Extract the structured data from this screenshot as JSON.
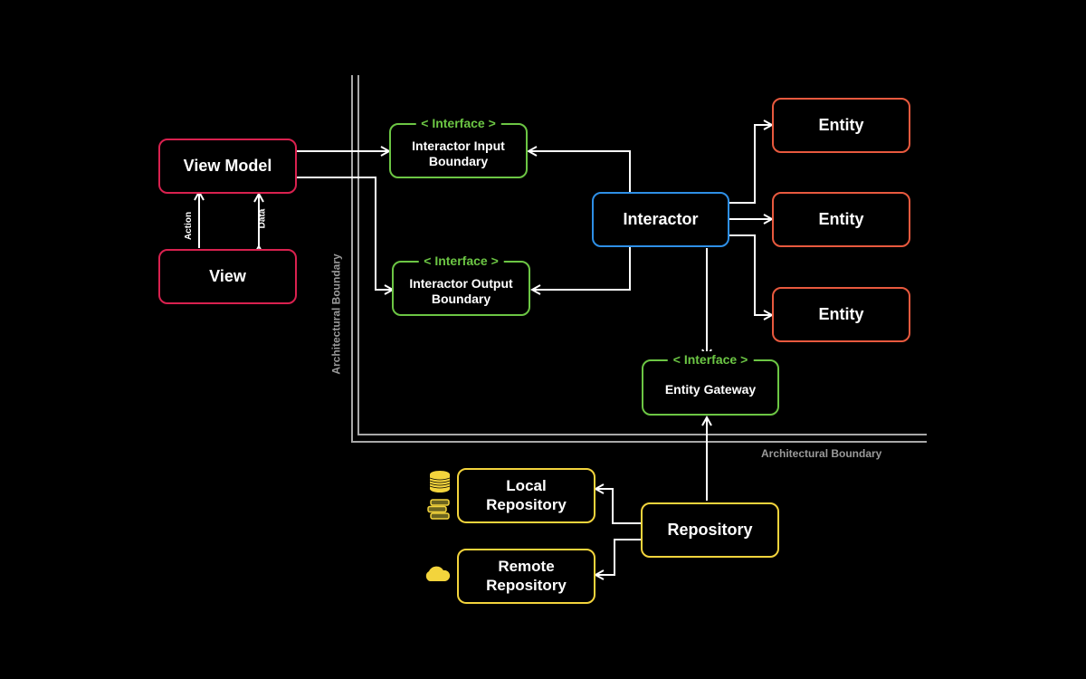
{
  "diagram": {
    "colors": {
      "background": "#000000",
      "presentation": "#d9214f",
      "interface": "#6cc644",
      "interactor": "#2e8fe6",
      "entity": "#e8593e",
      "repository": "#f3d43c",
      "boundary": "#9a9a9a",
      "connector": "#ffffff"
    },
    "nodes": {
      "view_model": "View Model",
      "view": "View",
      "input_boundary": {
        "stereotype": "< Interface >",
        "label": "Interactor Input Boundary"
      },
      "output_boundary": {
        "stereotype": "< Interface >",
        "label": "Interactor Output Boundary"
      },
      "interactor": "Interactor",
      "entities": [
        "Entity",
        "Entity",
        "Entity"
      ],
      "entity_gateway": {
        "stereotype": "< Interface >",
        "label": "Entity Gateway"
      },
      "repository": "Repository",
      "local_repository": "Local Repository",
      "remote_repository": "Remote Repository"
    },
    "edge_labels": {
      "action": "Action",
      "data": "Data"
    },
    "boundaries": {
      "vertical": "Architectural Boundary",
      "horizontal": "Architectural Boundary"
    },
    "icons": {
      "local": [
        "database-icon",
        "books-icon"
      ],
      "remote": "cloud-icon"
    }
  }
}
